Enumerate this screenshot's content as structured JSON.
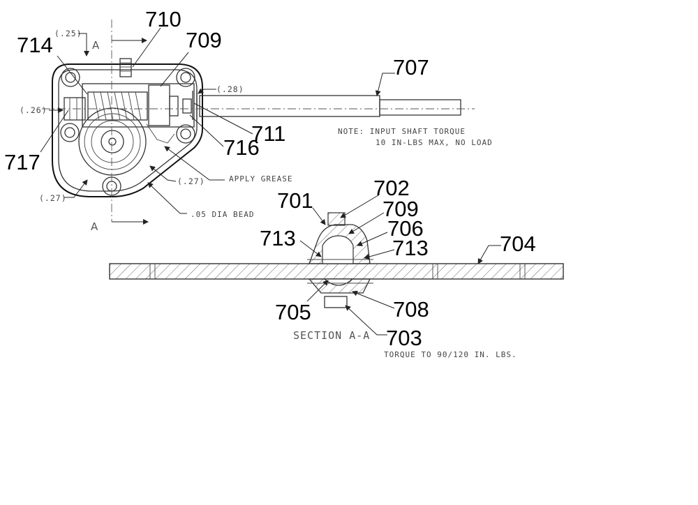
{
  "callouts": {
    "c701": "701",
    "c702": "702",
    "c703": "703",
    "c704": "704",
    "c705": "705",
    "c706": "706",
    "c707": "707",
    "c708": "708",
    "c709_top": "709",
    "c709_sec": "709",
    "c710": "710",
    "c711": "711",
    "c713_left": "713",
    "c713_right": "713",
    "c714": "714",
    "c716": "716",
    "c717": "717"
  },
  "dimensions": {
    "d25": "(.25)",
    "d28": "(.28)",
    "d26": "(.26)",
    "d27_right": "(.27)",
    "d27_left": "(.27)"
  },
  "section_marks": {
    "a_top": "A",
    "a_bottom": "A"
  },
  "notes": {
    "input_line1": "NOTE:  INPUT SHAFT TORQUE",
    "input_line2": "10 IN-LBS MAX, NO LOAD",
    "apply_grease": "APPLY GREASE",
    "dia_bead": ".05 DIA BEAD",
    "section_title": "SECTION A-A",
    "torque": "TORQUE TO 90/120 IN. LBS."
  }
}
